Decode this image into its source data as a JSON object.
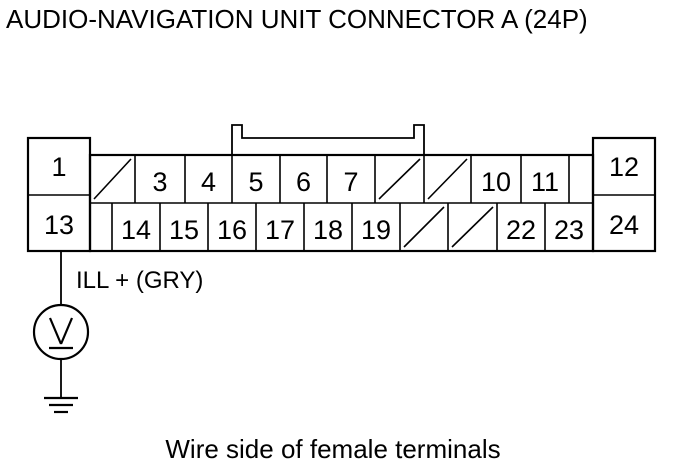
{
  "title": "AUDIO-NAVIGATION UNIT CONNECTOR A (24P)",
  "caption": "Wire side of female terminals",
  "connector": {
    "left_block": {
      "top": "1",
      "bottom": "13"
    },
    "right_block": {
      "top": "12",
      "bottom": "24"
    },
    "top_row": [
      "/",
      "3",
      "4",
      "5",
      "6",
      "7",
      "/",
      "/",
      "10",
      "11",
      ""
    ],
    "bottom_row": [
      "",
      "14",
      "15",
      "16",
      "17",
      "18",
      "19",
      "/",
      "/",
      "22",
      "23"
    ]
  },
  "probe": {
    "terminal": "13",
    "label": "ILL +  (GRY)",
    "meter_symbol": "voltmeter-icon",
    "ground_symbol": "ground-icon"
  }
}
